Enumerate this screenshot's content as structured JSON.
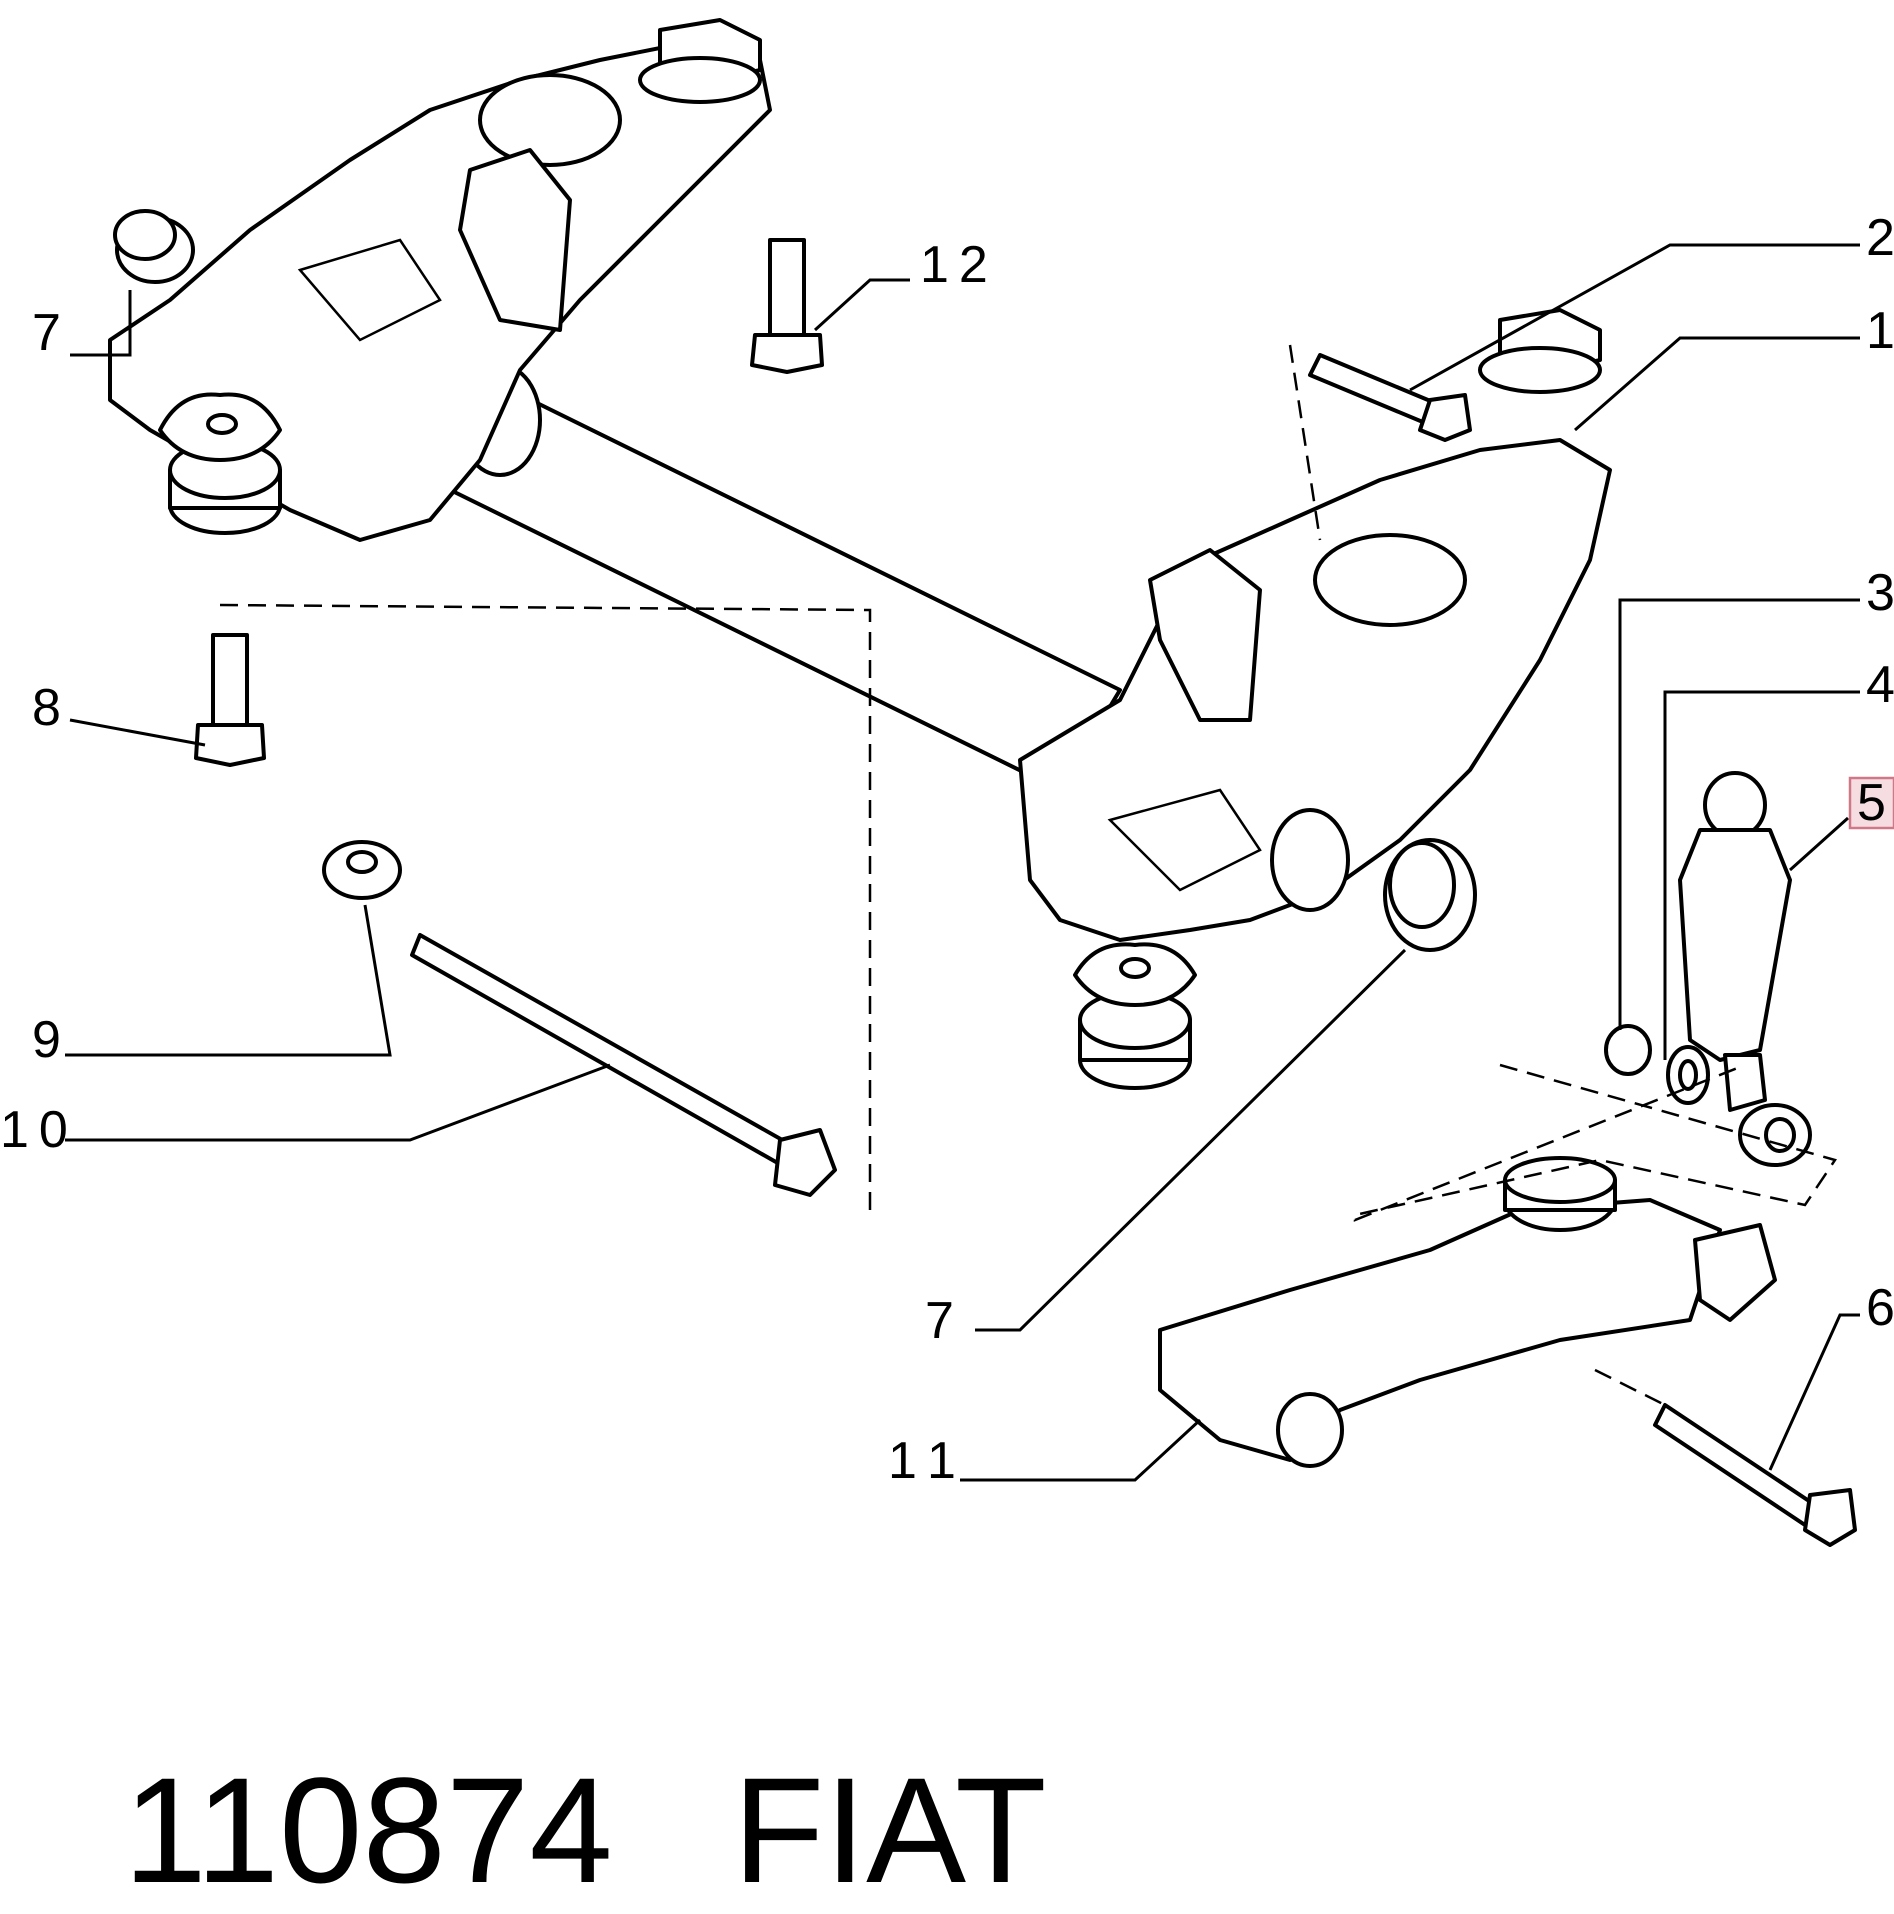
{
  "caption": {
    "part_number": "110874",
    "brand": "FIAT"
  },
  "callouts": {
    "c1": "1",
    "c2": "2",
    "c3": "3",
    "c4": "4",
    "c5": "5",
    "c6": "6",
    "c7a": "7",
    "c7b": "7",
    "c8": "8",
    "c9": "9",
    "c10": "10",
    "c11": "11",
    "c12": "12"
  },
  "colors": {
    "line": "#000000",
    "highlight_fill": "#f6dde2",
    "highlight_stroke": "#d07888"
  }
}
